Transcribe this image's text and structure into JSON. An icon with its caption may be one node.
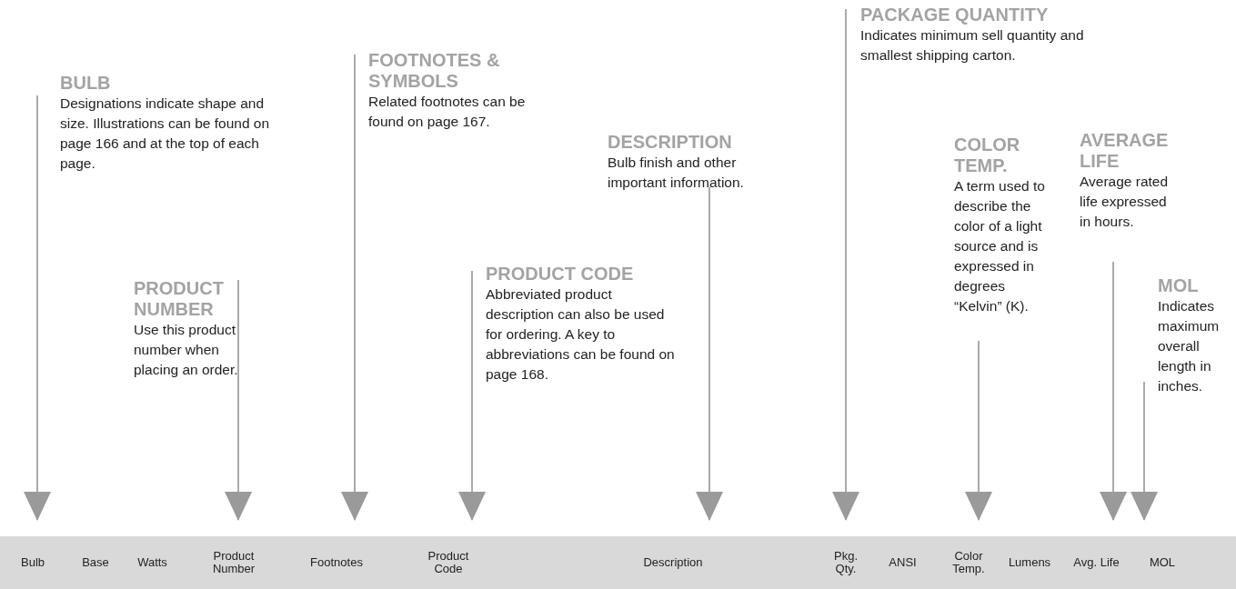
{
  "diagram": {
    "nodes": [
      {
        "text": [
          "BULB",
          "Designations indicate shape and size. Illustrations can be found on page 166 and at the top of each page."
        ]
      },
      {
        "text": [
          "PRODUCT NUMBER",
          "Use this product number when placing an order."
        ]
      },
      {
        "text": [
          "FOOTNOTES & SYMBOLS",
          "Related footnotes can be found on page 167."
        ]
      },
      {
        "text": [
          "PRODUCT CODE",
          "Abbreviated product description can also be used for ordering. A key to abbreviations can be found on page 168."
        ]
      },
      {
        "text": [
          "DESCRIPTION",
          "Bulb finish and other important information."
        ]
      },
      {
        "text": [
          "PACKAGE QUANTITY",
          "Indicates minimum sell quantity and smallest shipping carton."
        ]
      },
      {
        "text": [
          "COLOR TEMP.",
          "A term used to describe the color of a light source and is expressed in degrees “Kelvin” (K)."
        ]
      },
      {
        "text": [
          "AVERAGE LIFE",
          "Average rated life expressed in hours."
        ]
      },
      {
        "text": [
          "MOL",
          "Indicates maximum overall length in inches."
        ]
      },
      {
        "text": [],
        "shape": "bar"
      },
      {
        "text": [
          "Bulb"
        ],
        "in": 9
      },
      {
        "text": [
          "Base"
        ],
        "in": 9
      },
      {
        "text": [
          "Watts"
        ],
        "in": 9
      },
      {
        "text": [
          "Product Number"
        ],
        "in": 9
      },
      {
        "text": [
          "Footnotes"
        ],
        "in": 9
      },
      {
        "text": [
          "Product Code"
        ],
        "in": 9
      },
      {
        "text": [
          "Description"
        ],
        "in": 9
      },
      {
        "text": [
          "Pkg. Qty."
        ],
        "in": 9
      },
      {
        "text": [
          "ANSI"
        ],
        "in": 9
      },
      {
        "text": [
          "Color Temp."
        ],
        "in": 9
      },
      {
        "text": [
          "Lumens"
        ],
        "in": 9
      },
      {
        "text": [
          "Avg. Life"
        ],
        "in": 9
      },
      {
        "text": [
          "MOL"
        ],
        "in": 9
      }
    ],
    "edges": [
      {
        "from": 0,
        "to": 10,
        "arrow": "to"
      },
      {
        "from": 1,
        "to": 13,
        "arrow": "to"
      },
      {
        "from": 2,
        "to": 14,
        "arrow": "to"
      },
      {
        "from": 3,
        "to": 15,
        "arrow": "to"
      },
      {
        "from": 4,
        "to": 16,
        "arrow": "to"
      },
      {
        "from": 5,
        "to": 17,
        "arrow": "to"
      },
      {
        "from": 6,
        "to": 19,
        "arrow": "to"
      },
      {
        "from": 7,
        "to": 21,
        "arrow": "to"
      },
      {
        "from": 8,
        "to": 22,
        "arrow": "to"
      }
    ]
  }
}
